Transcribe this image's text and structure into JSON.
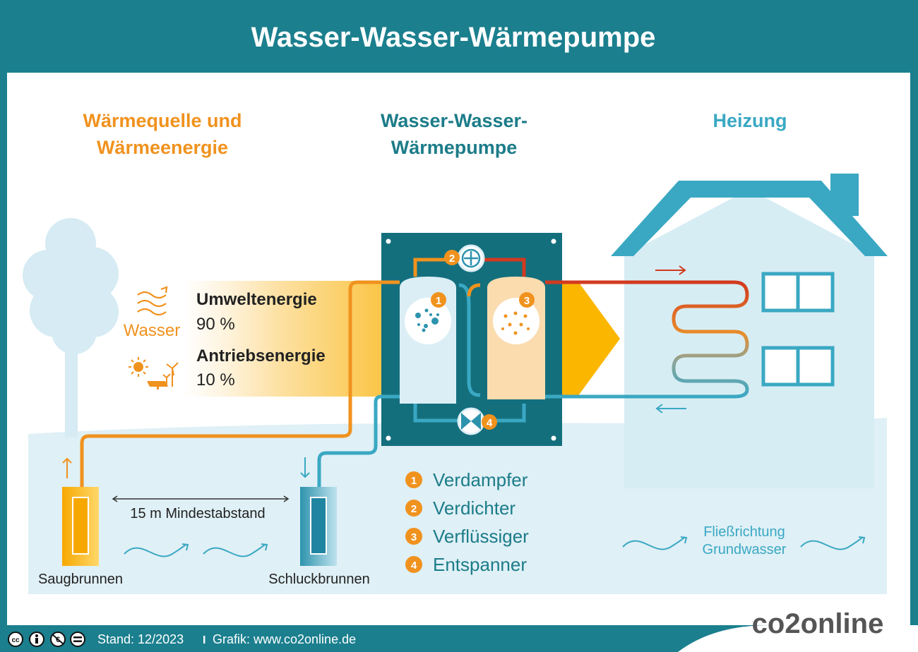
{
  "header": {
    "title": "Wasser-Wasser-Wärmepumpe"
  },
  "columns": {
    "source_line1": "Wärmequelle und",
    "source_line2": "Wärmeenergie",
    "pump_line1": "Wasser-Wasser-",
    "pump_line2": "Wärmepumpe",
    "heating": "Heizung"
  },
  "energy": {
    "water_label": "Wasser",
    "env_title": "Umweltenergie",
    "env_value": "90 %",
    "drive_title": "Antriebsenergie",
    "drive_value": "10 %"
  },
  "pump_numbers": [
    "1",
    "2",
    "3",
    "4"
  ],
  "wells": {
    "suction": "Saugbrunnen",
    "injection": "Schluckbrunnen",
    "distance": "15 m Mindestabstand"
  },
  "legend": [
    {
      "num": "1",
      "label": "Verdampfer"
    },
    {
      "num": "2",
      "label": "Verdichter"
    },
    {
      "num": "3",
      "label": "Verflüssiger"
    },
    {
      "num": "4",
      "label": "Entspanner"
    }
  ],
  "groundwater": {
    "line1": "Fließrichtung",
    "line2": "Grundwasser"
  },
  "footer": {
    "license_icons": [
      "cc-icon",
      "by-icon",
      "nc-icon",
      "nd-icon"
    ],
    "stand": "Stand: 12/2023",
    "separator": "I",
    "credit": "Grafik: www.co2online.de",
    "logo_text": "co2online"
  },
  "colors": {
    "teal_header": "#1b7f8e",
    "orange": "#f0921e",
    "teal_text": "#1c7c89",
    "light_blue": "#3aa8c3",
    "pump_panel": "#146f7d",
    "yellow_arrow": "#fbb600",
    "red_pipe": "#d23a1f"
  }
}
